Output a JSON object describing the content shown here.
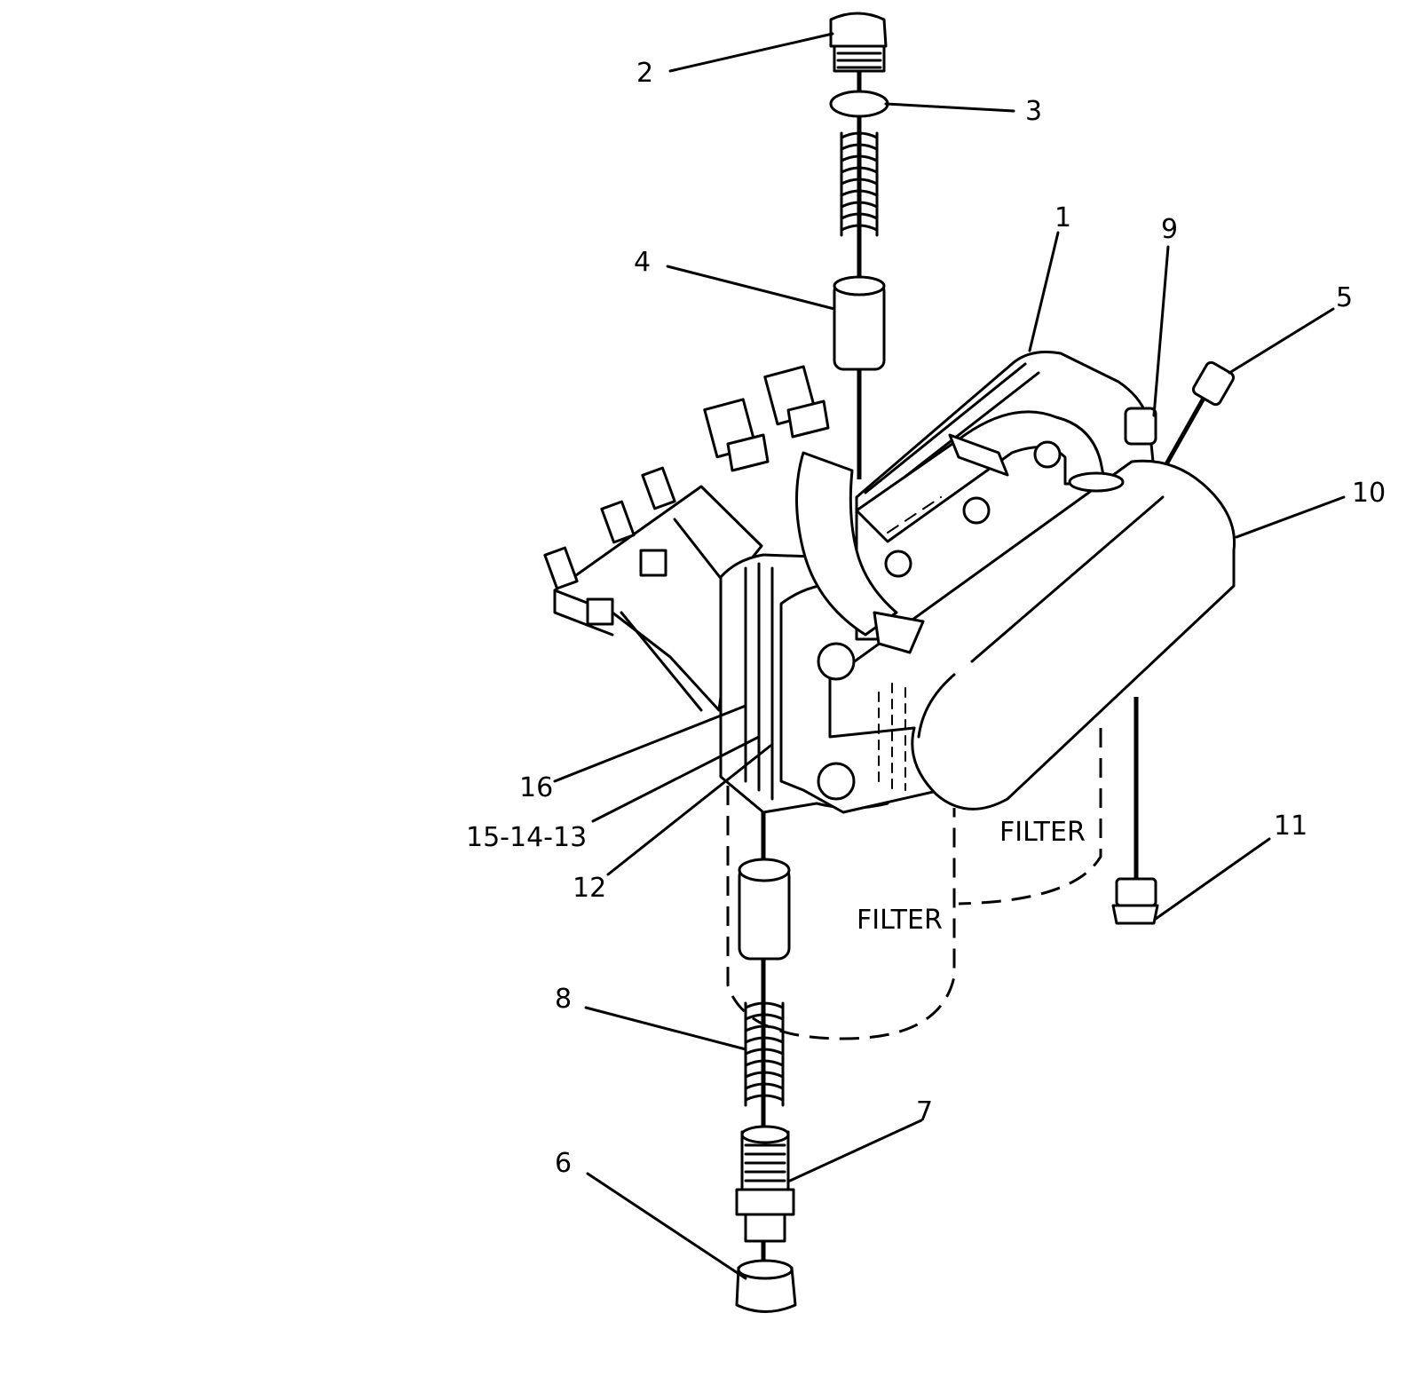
{
  "callouts": [
    {
      "id": "c1",
      "text": "1"
    },
    {
      "id": "c2",
      "text": "2"
    },
    {
      "id": "c3",
      "text": "3"
    },
    {
      "id": "c4",
      "text": "4"
    },
    {
      "id": "c5",
      "text": "5"
    },
    {
      "id": "c6",
      "text": "6"
    },
    {
      "id": "c7",
      "text": "7"
    },
    {
      "id": "c8",
      "text": "8"
    },
    {
      "id": "c9",
      "text": "9"
    },
    {
      "id": "c10",
      "text": "10"
    },
    {
      "id": "c11",
      "text": "11"
    },
    {
      "id": "c12",
      "text": "12"
    },
    {
      "id": "c13",
      "text": "15-14-13"
    },
    {
      "id": "c16",
      "text": "16"
    }
  ],
  "annotations": {
    "filter_lower": "FILTER",
    "filter_upper": "FILTER"
  }
}
